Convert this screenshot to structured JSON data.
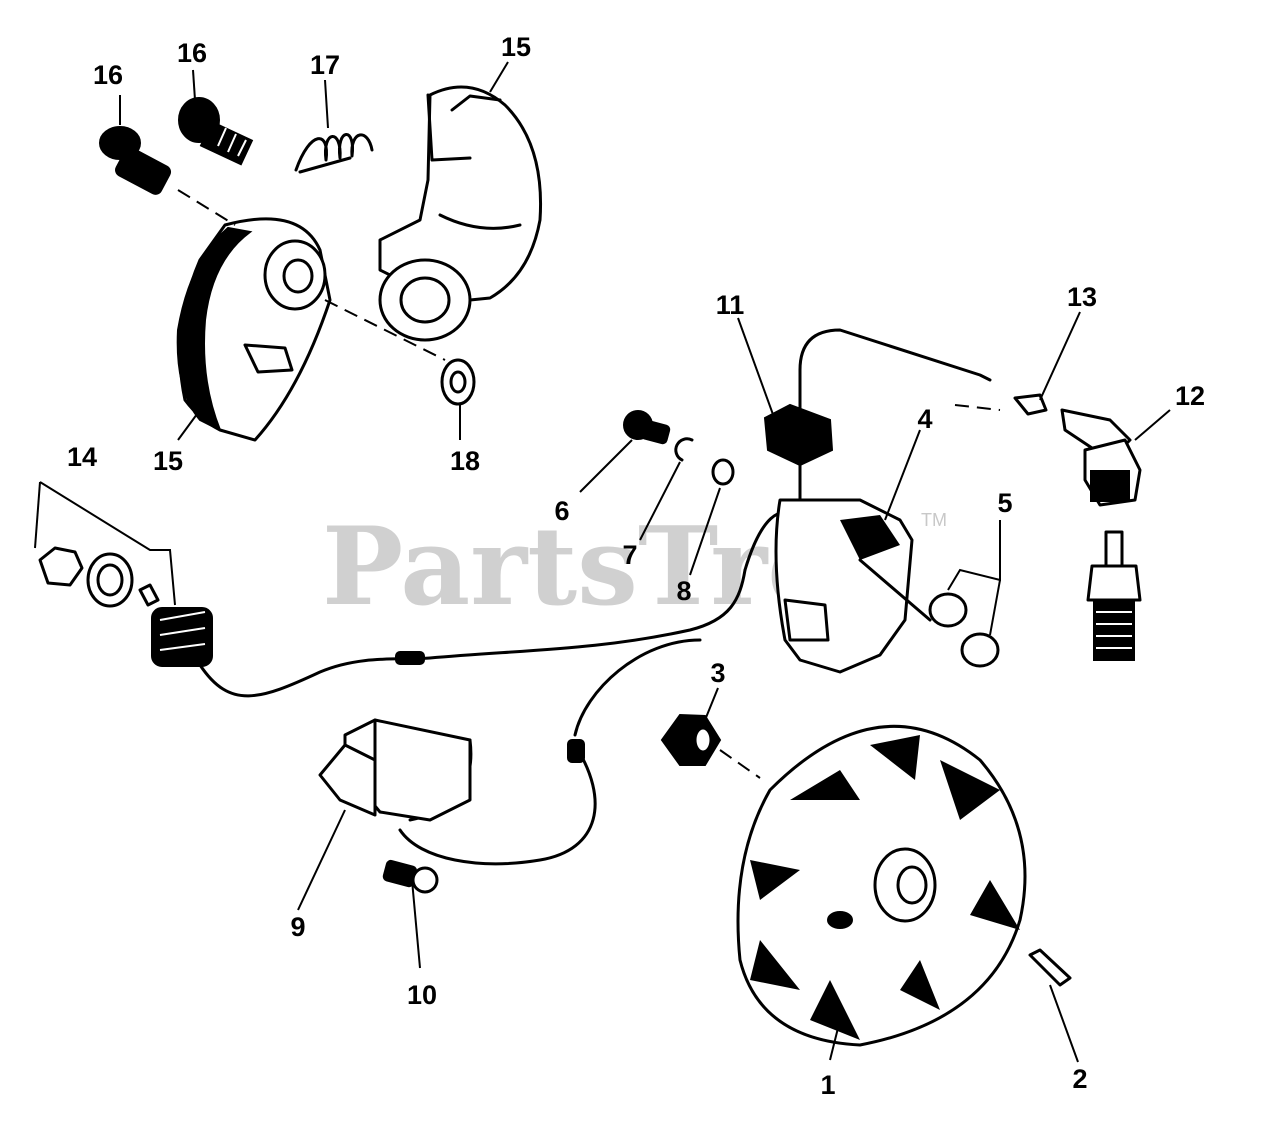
{
  "watermark": {
    "text": "PartsTree",
    "trademark": "TM"
  },
  "callouts": [
    {
      "id": "c16a",
      "text": "16"
    },
    {
      "id": "c16b",
      "text": "16"
    },
    {
      "id": "c17",
      "text": "17"
    },
    {
      "id": "c15a",
      "text": "15"
    },
    {
      "id": "c15b",
      "text": "15"
    },
    {
      "id": "c18",
      "text": "18"
    },
    {
      "id": "c11",
      "text": "11"
    },
    {
      "id": "c13",
      "text": "13"
    },
    {
      "id": "c12",
      "text": "12"
    },
    {
      "id": "c4",
      "text": "4"
    },
    {
      "id": "c5",
      "text": "5"
    },
    {
      "id": "c6",
      "text": "6"
    },
    {
      "id": "c7",
      "text": "7"
    },
    {
      "id": "c8",
      "text": "8"
    },
    {
      "id": "c14",
      "text": "14"
    },
    {
      "id": "c3",
      "text": "3"
    },
    {
      "id": "c9",
      "text": "9"
    },
    {
      "id": "c10",
      "text": "10"
    },
    {
      "id": "c1",
      "text": "1"
    },
    {
      "id": "c2",
      "text": "2"
    }
  ]
}
